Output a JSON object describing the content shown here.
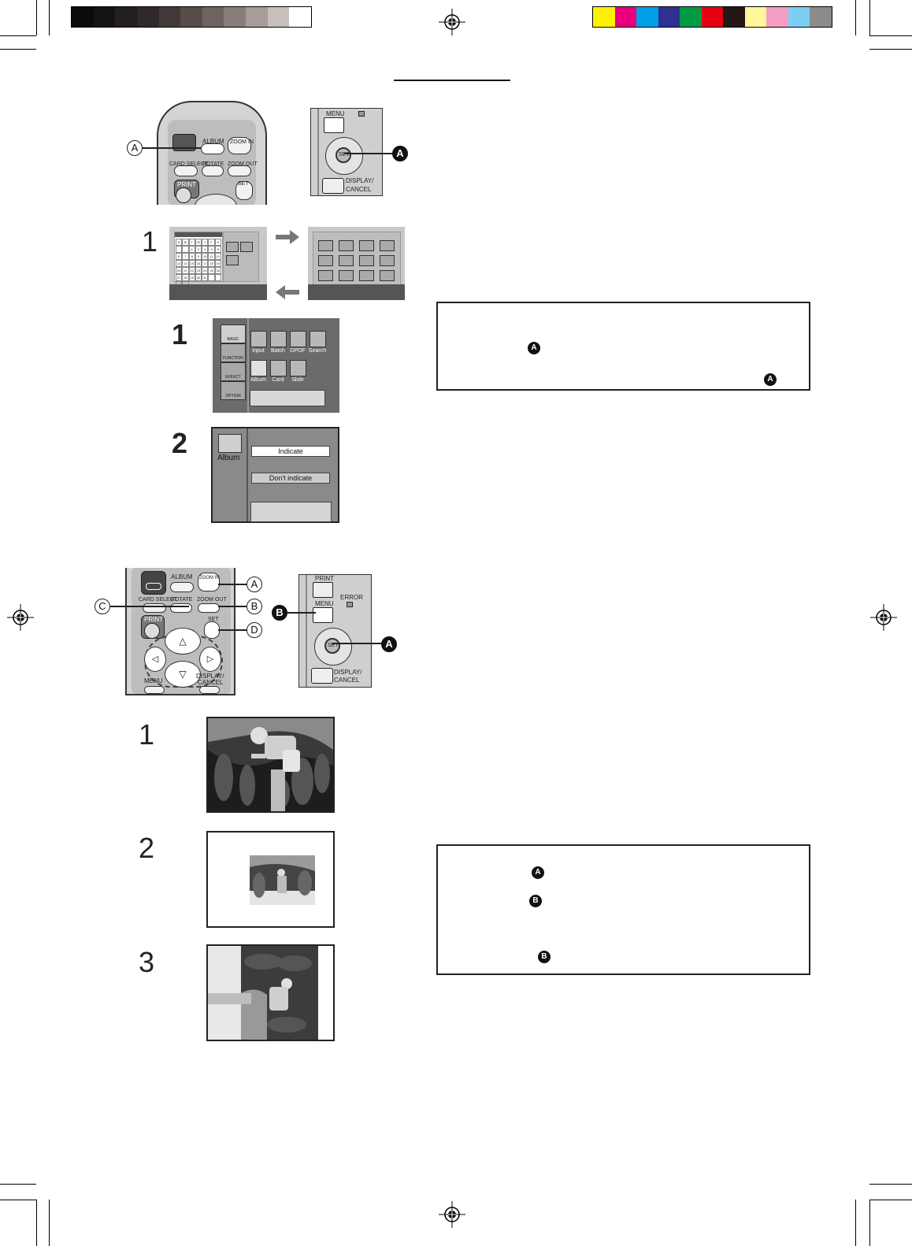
{
  "colors": {
    "gray_bar": [
      "#0b0b0b",
      "#161413",
      "#231f1e",
      "#2f2a29",
      "#413937",
      "#564c49",
      "#6d6360",
      "#887d7a",
      "#a69c99",
      "#c8c0bd",
      "#ffffff"
    ],
    "color_bar": [
      "#fff200",
      "#e6007e",
      "#00a0e9",
      "#2e3192",
      "#009944",
      "#e60012",
      "#231815",
      "#fff799",
      "#f19ec2",
      "#7ecef4",
      "#8b8b8b"
    ]
  },
  "section1": {
    "remote": {
      "callout_a": "A",
      "labels": {
        "album": "ALBUM",
        "zoom_in": "ZOOM IN",
        "card_select": "CARD SELECT",
        "rotate": "ROTATE",
        "zoom_out": "ZOOM OUT",
        "print": "PRINT",
        "set": "SET"
      }
    },
    "printer_panel": {
      "callout_a": "A",
      "labels": {
        "menu": "MENU",
        "set": "SET",
        "display_cancel_1": "DISPLAY/",
        "display_cancel_2": "CANCEL"
      }
    },
    "step1_number": "1",
    "calendar": {
      "weekdays": [
        "S",
        "M",
        "T",
        "W",
        "T",
        "F",
        "S"
      ],
      "dates": [
        "",
        "",
        "1",
        "2",
        "3",
        "4",
        "5",
        "6",
        "7",
        "8",
        "9",
        "10",
        "11",
        "12",
        "13",
        "14",
        "15",
        "16",
        "17",
        "18",
        "19",
        "20",
        "21",
        "22",
        "23",
        "24",
        "25",
        "26",
        "27",
        "28",
        "29",
        "30",
        "31",
        "",
        "",
        "",
        ""
      ]
    }
  },
  "section2": {
    "step1_number": "1",
    "step2_number": "2",
    "menu_tabs": [
      "BASIC",
      "FUNCTION",
      "EFFECT",
      "OPTION"
    ],
    "menu_icons": [
      "Input",
      "Batch",
      "DPOF",
      "Search",
      "Album",
      "Card",
      "Slide"
    ],
    "album_label": "Album",
    "option_indicate": "Indicate",
    "option_dont_indicate": "Don't indicate",
    "note": {
      "bullet_1": "A",
      "bullet_2": "A"
    }
  },
  "section3": {
    "remote": {
      "callouts": {
        "a": "A",
        "b": "B",
        "c": "C",
        "d": "D"
      },
      "labels": {
        "album": "ALBUM",
        "zoom_in": "ZOOM IN",
        "card_select": "CARD SELECT",
        "rotate": "ROTATE",
        "zoom_out": "ZOOM OUT",
        "print": "PRINT",
        "set": "SET",
        "menu": "MENU",
        "display_cancel_1": "DISPLAY/",
        "display_cancel_2": "CANCEL"
      }
    },
    "printer_panel": {
      "callouts": {
        "a": "A",
        "b": "B"
      },
      "labels": {
        "print": "PRINT",
        "menu": "MENU",
        "error": "ERROR",
        "set": "SET",
        "display_cancel_1": "DISPLAY/",
        "display_cancel_2": "CANCEL"
      }
    },
    "step_numbers": [
      "1",
      "2",
      "3"
    ],
    "note": {
      "bullet_1": "A",
      "bullet_2": "B",
      "bullet_3": "B"
    }
  }
}
